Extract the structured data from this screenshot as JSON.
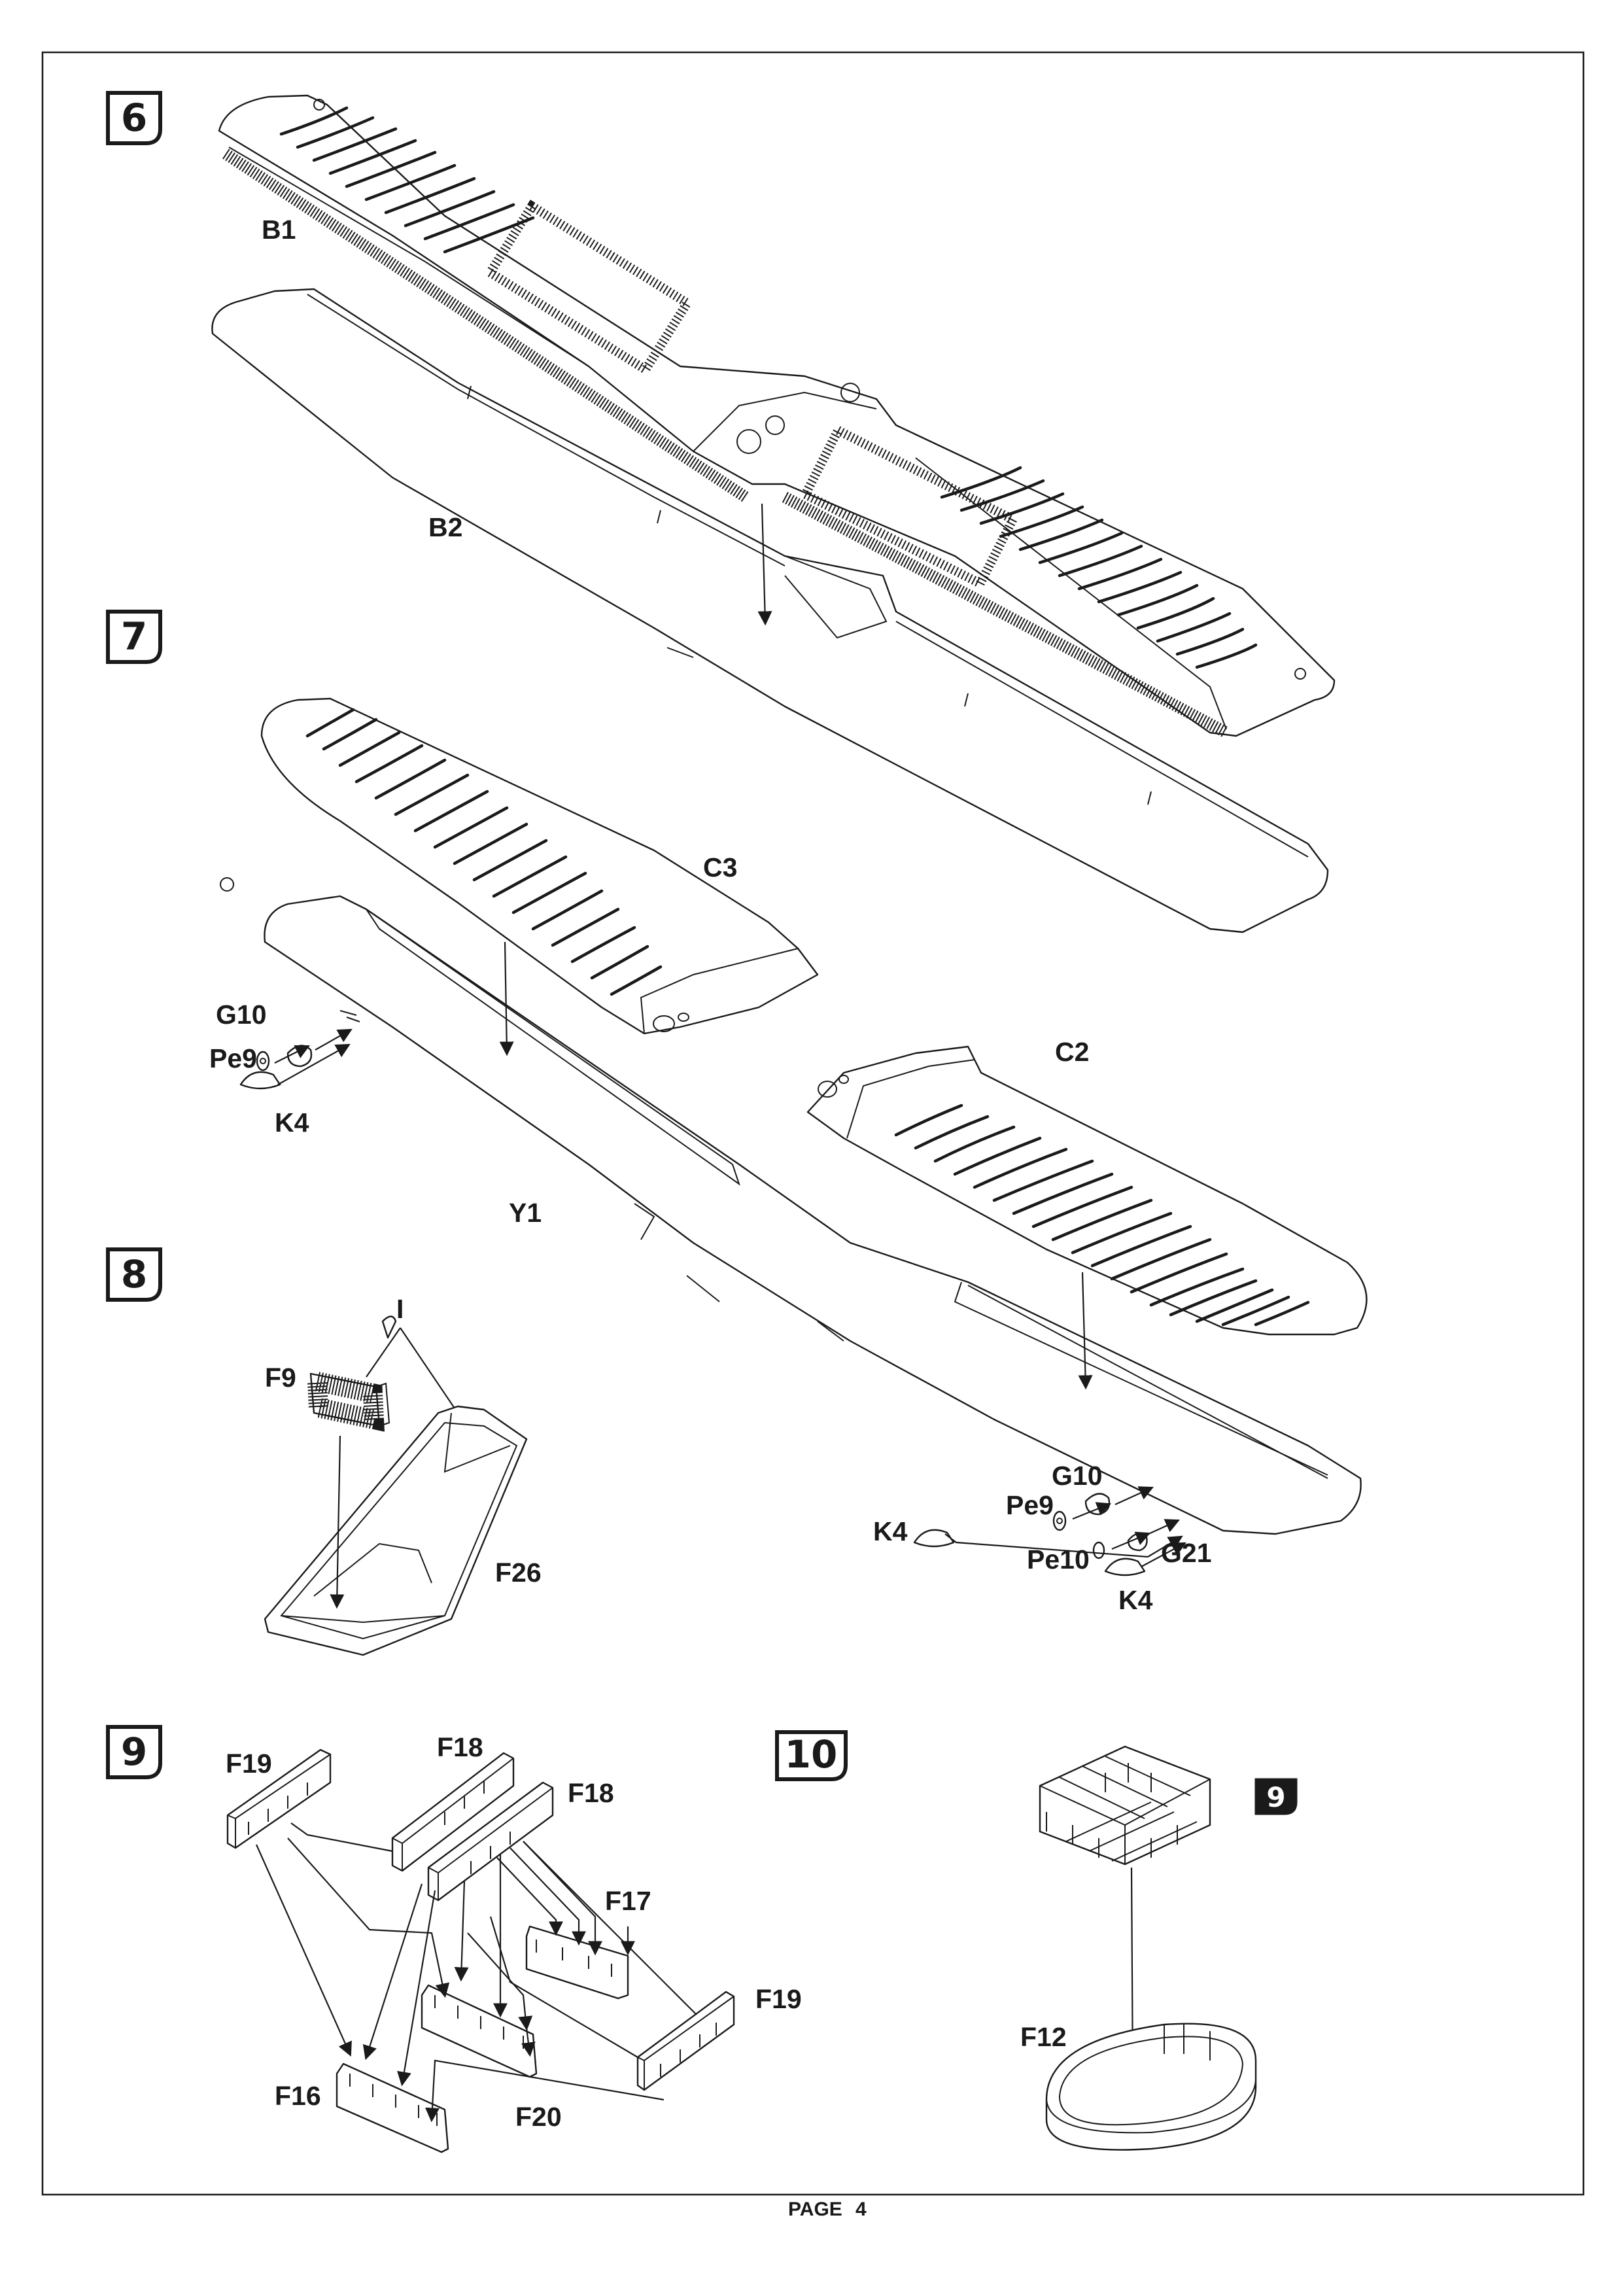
{
  "steps": [
    {
      "number": "6"
    },
    {
      "number": "7"
    },
    {
      "number": "8"
    },
    {
      "number": "9"
    },
    {
      "number": "10"
    }
  ],
  "parts": {
    "b1": "B1",
    "b2": "B2",
    "c3": "C3",
    "c2": "C2",
    "y1": "Y1",
    "g10_left": "G10",
    "pe9_left": "Pe9",
    "k4_left": "K4",
    "g10_right": "G10",
    "pe9_right": "Pe9",
    "k4_right_a": "K4",
    "pe10": "Pe10",
    "g21": "G21",
    "k4_right_b": "K4",
    "f9": "F9",
    "f26": "F26",
    "i_mark": "I",
    "f19_a": "F19",
    "f18_a": "F18",
    "f18_b": "F18",
    "f17": "F17",
    "f19_b": "F19",
    "f16": "F16",
    "f20": "F20",
    "f12": "F12",
    "ref_step": "9"
  },
  "footer": {
    "page_label": "PAGE",
    "page_number": "4"
  }
}
